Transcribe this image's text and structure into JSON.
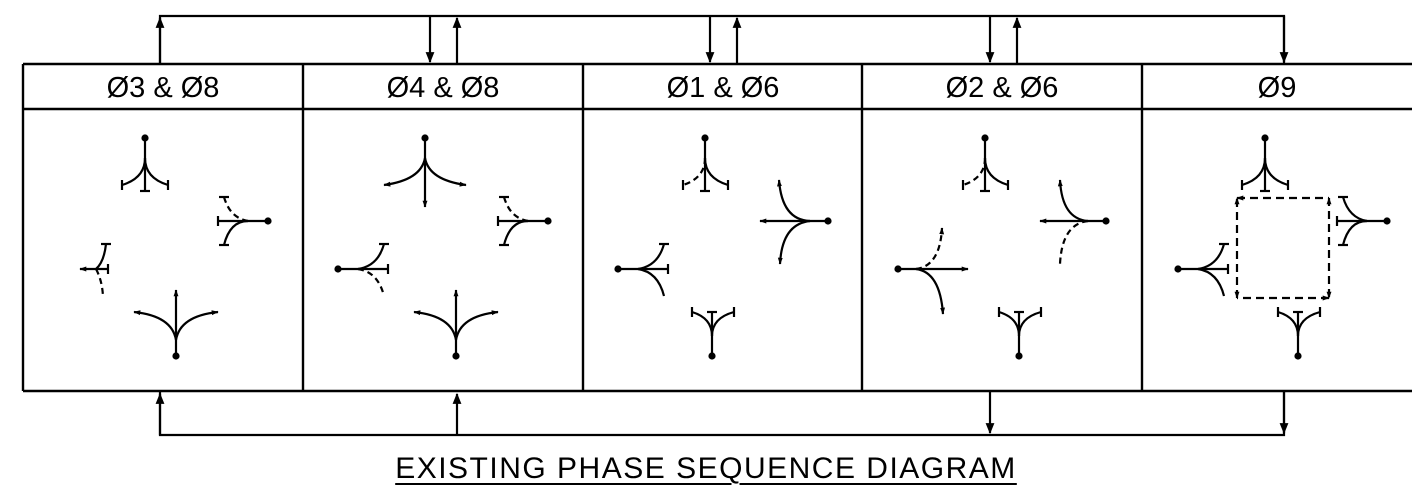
{
  "diagram": {
    "title": "EXISTING PHASE SEQUENCE DIAGRAM",
    "phases": [
      {
        "label": "Ø3 & Ø8"
      },
      {
        "label": "Ø4 & Ø8"
      },
      {
        "label": "Ø1 & Ø6"
      },
      {
        "label": "Ø2 & Ø6"
      },
      {
        "label": "Ø9"
      }
    ],
    "line_color": "#000000"
  }
}
